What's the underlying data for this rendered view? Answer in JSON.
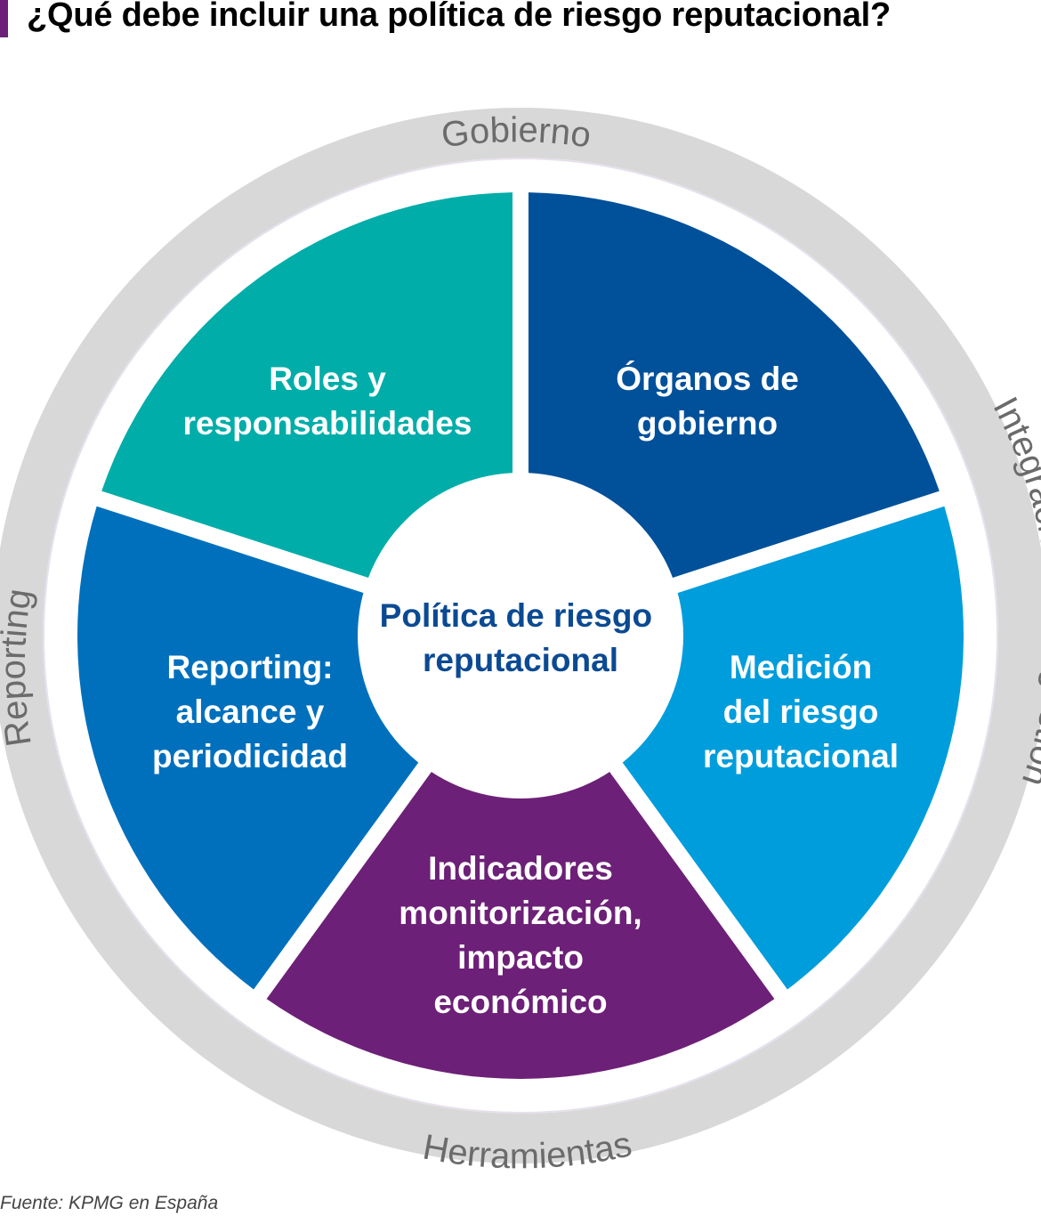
{
  "title": "¿Qué debe incluir una política de riesgo reputacional?",
  "source": "Fuente: KPMG en España",
  "center": {
    "lines": [
      "Política de riesgo",
      "reputacional"
    ],
    "color": "#0b4a93"
  },
  "segments": [
    {
      "id": "organos",
      "lines": [
        "Órganos de",
        "gobierno"
      ],
      "color": "#00509a"
    },
    {
      "id": "medicion",
      "lines": [
        "Medición",
        "del riesgo",
        "reputacional"
      ],
      "color": "#009ddc"
    },
    {
      "id": "indicadores",
      "lines": [
        "Indicadores",
        "monitorización,",
        "impacto",
        "económico"
      ],
      "color": "#6d2077"
    },
    {
      "id": "reporting",
      "lines": [
        "Reporting:",
        "alcance y",
        "periodicidad"
      ],
      "color": "#0070bd"
    },
    {
      "id": "roles",
      "lines": [
        "Roles y",
        "responsabilidades"
      ],
      "color": "#00ada9"
    }
  ],
  "ring": {
    "color": "#d8d8d8",
    "labels": {
      "top": "Gobierno",
      "right": "Integración en la gestión",
      "bottom": "Herramientas",
      "left": "Reporting"
    }
  }
}
